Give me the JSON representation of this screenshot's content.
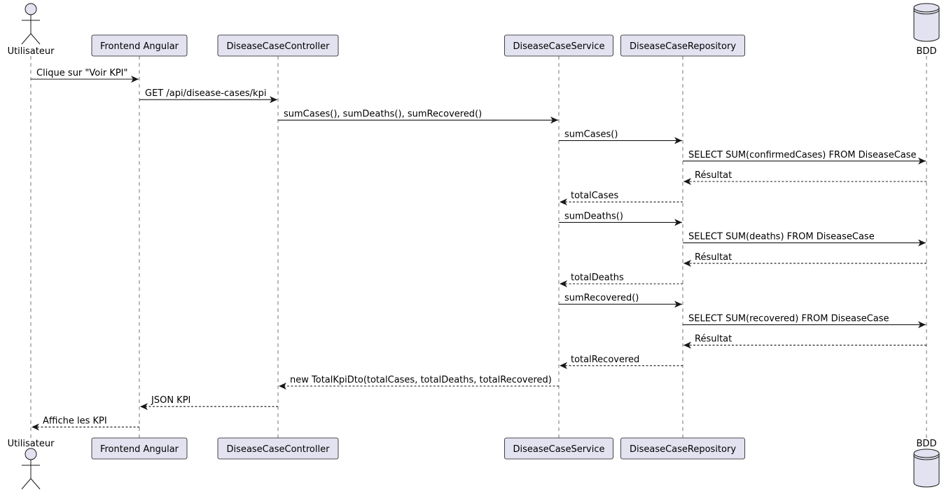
{
  "colors": {
    "participant_fill": "#e2e2f0",
    "stroke": "#181818",
    "background": "#ffffff"
  },
  "participants": [
    {
      "id": "user",
      "label": "Utilisateur",
      "kind": "actor"
    },
    {
      "id": "frontend",
      "label": "Frontend Angular",
      "kind": "participant"
    },
    {
      "id": "controller",
      "label": "DiseaseCaseController",
      "kind": "participant"
    },
    {
      "id": "service",
      "label": "DiseaseCaseService",
      "kind": "participant"
    },
    {
      "id": "repository",
      "label": "DiseaseCaseRepository",
      "kind": "participant"
    },
    {
      "id": "bdd",
      "label": "BDD",
      "kind": "database"
    }
  ],
  "messages": [
    {
      "from": "user",
      "to": "frontend",
      "label": "Clique sur \"Voir KPI\"",
      "style": "sync"
    },
    {
      "from": "frontend",
      "to": "controller",
      "label": "GET /api/disease-cases/kpi",
      "style": "sync"
    },
    {
      "from": "controller",
      "to": "service",
      "label": "sumCases(), sumDeaths(), sumRecovered()",
      "style": "sync"
    },
    {
      "from": "service",
      "to": "repository",
      "label": "sumCases()",
      "style": "sync"
    },
    {
      "from": "repository",
      "to": "bdd",
      "label": "SELECT SUM(confirmedCases) FROM DiseaseCase",
      "style": "sync"
    },
    {
      "from": "bdd",
      "to": "repository",
      "label": "Résultat",
      "style": "reply"
    },
    {
      "from": "repository",
      "to": "service",
      "label": "totalCases",
      "style": "reply"
    },
    {
      "from": "service",
      "to": "repository",
      "label": "sumDeaths()",
      "style": "sync"
    },
    {
      "from": "repository",
      "to": "bdd",
      "label": "SELECT SUM(deaths) FROM DiseaseCase",
      "style": "sync"
    },
    {
      "from": "bdd",
      "to": "repository",
      "label": "Résultat",
      "style": "reply"
    },
    {
      "from": "repository",
      "to": "service",
      "label": "totalDeaths",
      "style": "reply"
    },
    {
      "from": "service",
      "to": "repository",
      "label": "sumRecovered()",
      "style": "sync"
    },
    {
      "from": "repository",
      "to": "bdd",
      "label": "SELECT SUM(recovered) FROM DiseaseCase",
      "style": "sync"
    },
    {
      "from": "bdd",
      "to": "repository",
      "label": "Résultat",
      "style": "reply"
    },
    {
      "from": "repository",
      "to": "service",
      "label": "totalRecovered",
      "style": "reply"
    },
    {
      "from": "service",
      "to": "controller",
      "label": "new TotalKpiDto(totalCases, totalDeaths, totalRecovered)",
      "style": "reply"
    },
    {
      "from": "controller",
      "to": "frontend",
      "label": "JSON KPI",
      "style": "reply"
    },
    {
      "from": "frontend",
      "to": "user",
      "label": "Affiche les KPI",
      "style": "reply"
    }
  ]
}
